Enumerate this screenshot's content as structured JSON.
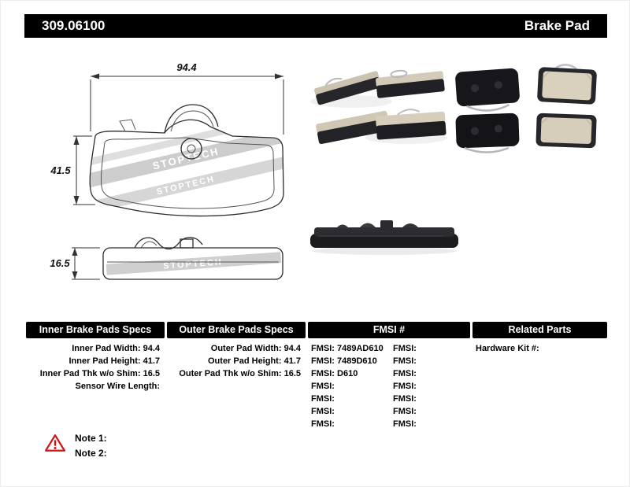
{
  "header": {
    "part_number": "309.06100",
    "title": "Brake Pad"
  },
  "drawing": {
    "dim_width": "94.4",
    "dim_height": "41.5",
    "dim_thickness": "16.5",
    "watermark": "STOPTECH"
  },
  "tables": {
    "inner": {
      "title": "Inner Brake Pads Specs",
      "rows": [
        {
          "label": "Inner Pad Width:",
          "value": "94.4"
        },
        {
          "label": "Inner Pad Height:",
          "value": "41.7"
        },
        {
          "label": "Inner Pad Thk w/o Shim:",
          "value": "16.5"
        },
        {
          "label": "Sensor Wire Length:",
          "value": ""
        }
      ]
    },
    "outer": {
      "title": "Outer Brake Pads Specs",
      "rows": [
        {
          "label": "Outer Pad Width:",
          "value": "94.4"
        },
        {
          "label": "Outer Pad Height:",
          "value": "41.7"
        },
        {
          "label": "Outer Pad Thk w/o Shim:",
          "value": "16.5"
        }
      ]
    },
    "fmsi": {
      "title": "FMSI #",
      "left": [
        {
          "label": "FMSI:",
          "value": "7489AD610"
        },
        {
          "label": "FMSI:",
          "value": "7489D610"
        },
        {
          "label": "FMSI:",
          "value": "D610"
        },
        {
          "label": "FMSI:",
          "value": ""
        },
        {
          "label": "FMSI:",
          "value": ""
        },
        {
          "label": "FMSI:",
          "value": ""
        },
        {
          "label": "FMSI:",
          "value": ""
        }
      ],
      "right": [
        {
          "label": "FMSI:",
          "value": ""
        },
        {
          "label": "FMSI:",
          "value": ""
        },
        {
          "label": "FMSI:",
          "value": ""
        },
        {
          "label": "FMSI:",
          "value": ""
        },
        {
          "label": "FMSI:",
          "value": ""
        },
        {
          "label": "FMSI:",
          "value": ""
        },
        {
          "label": "FMSI:",
          "value": ""
        }
      ]
    },
    "related": {
      "title": "Related Parts",
      "rows": [
        {
          "label": "Hardware Kit #:",
          "value": ""
        }
      ]
    }
  },
  "notes": {
    "items": [
      {
        "label": "Note 1:"
      },
      {
        "label": "Note 2:"
      }
    ]
  }
}
